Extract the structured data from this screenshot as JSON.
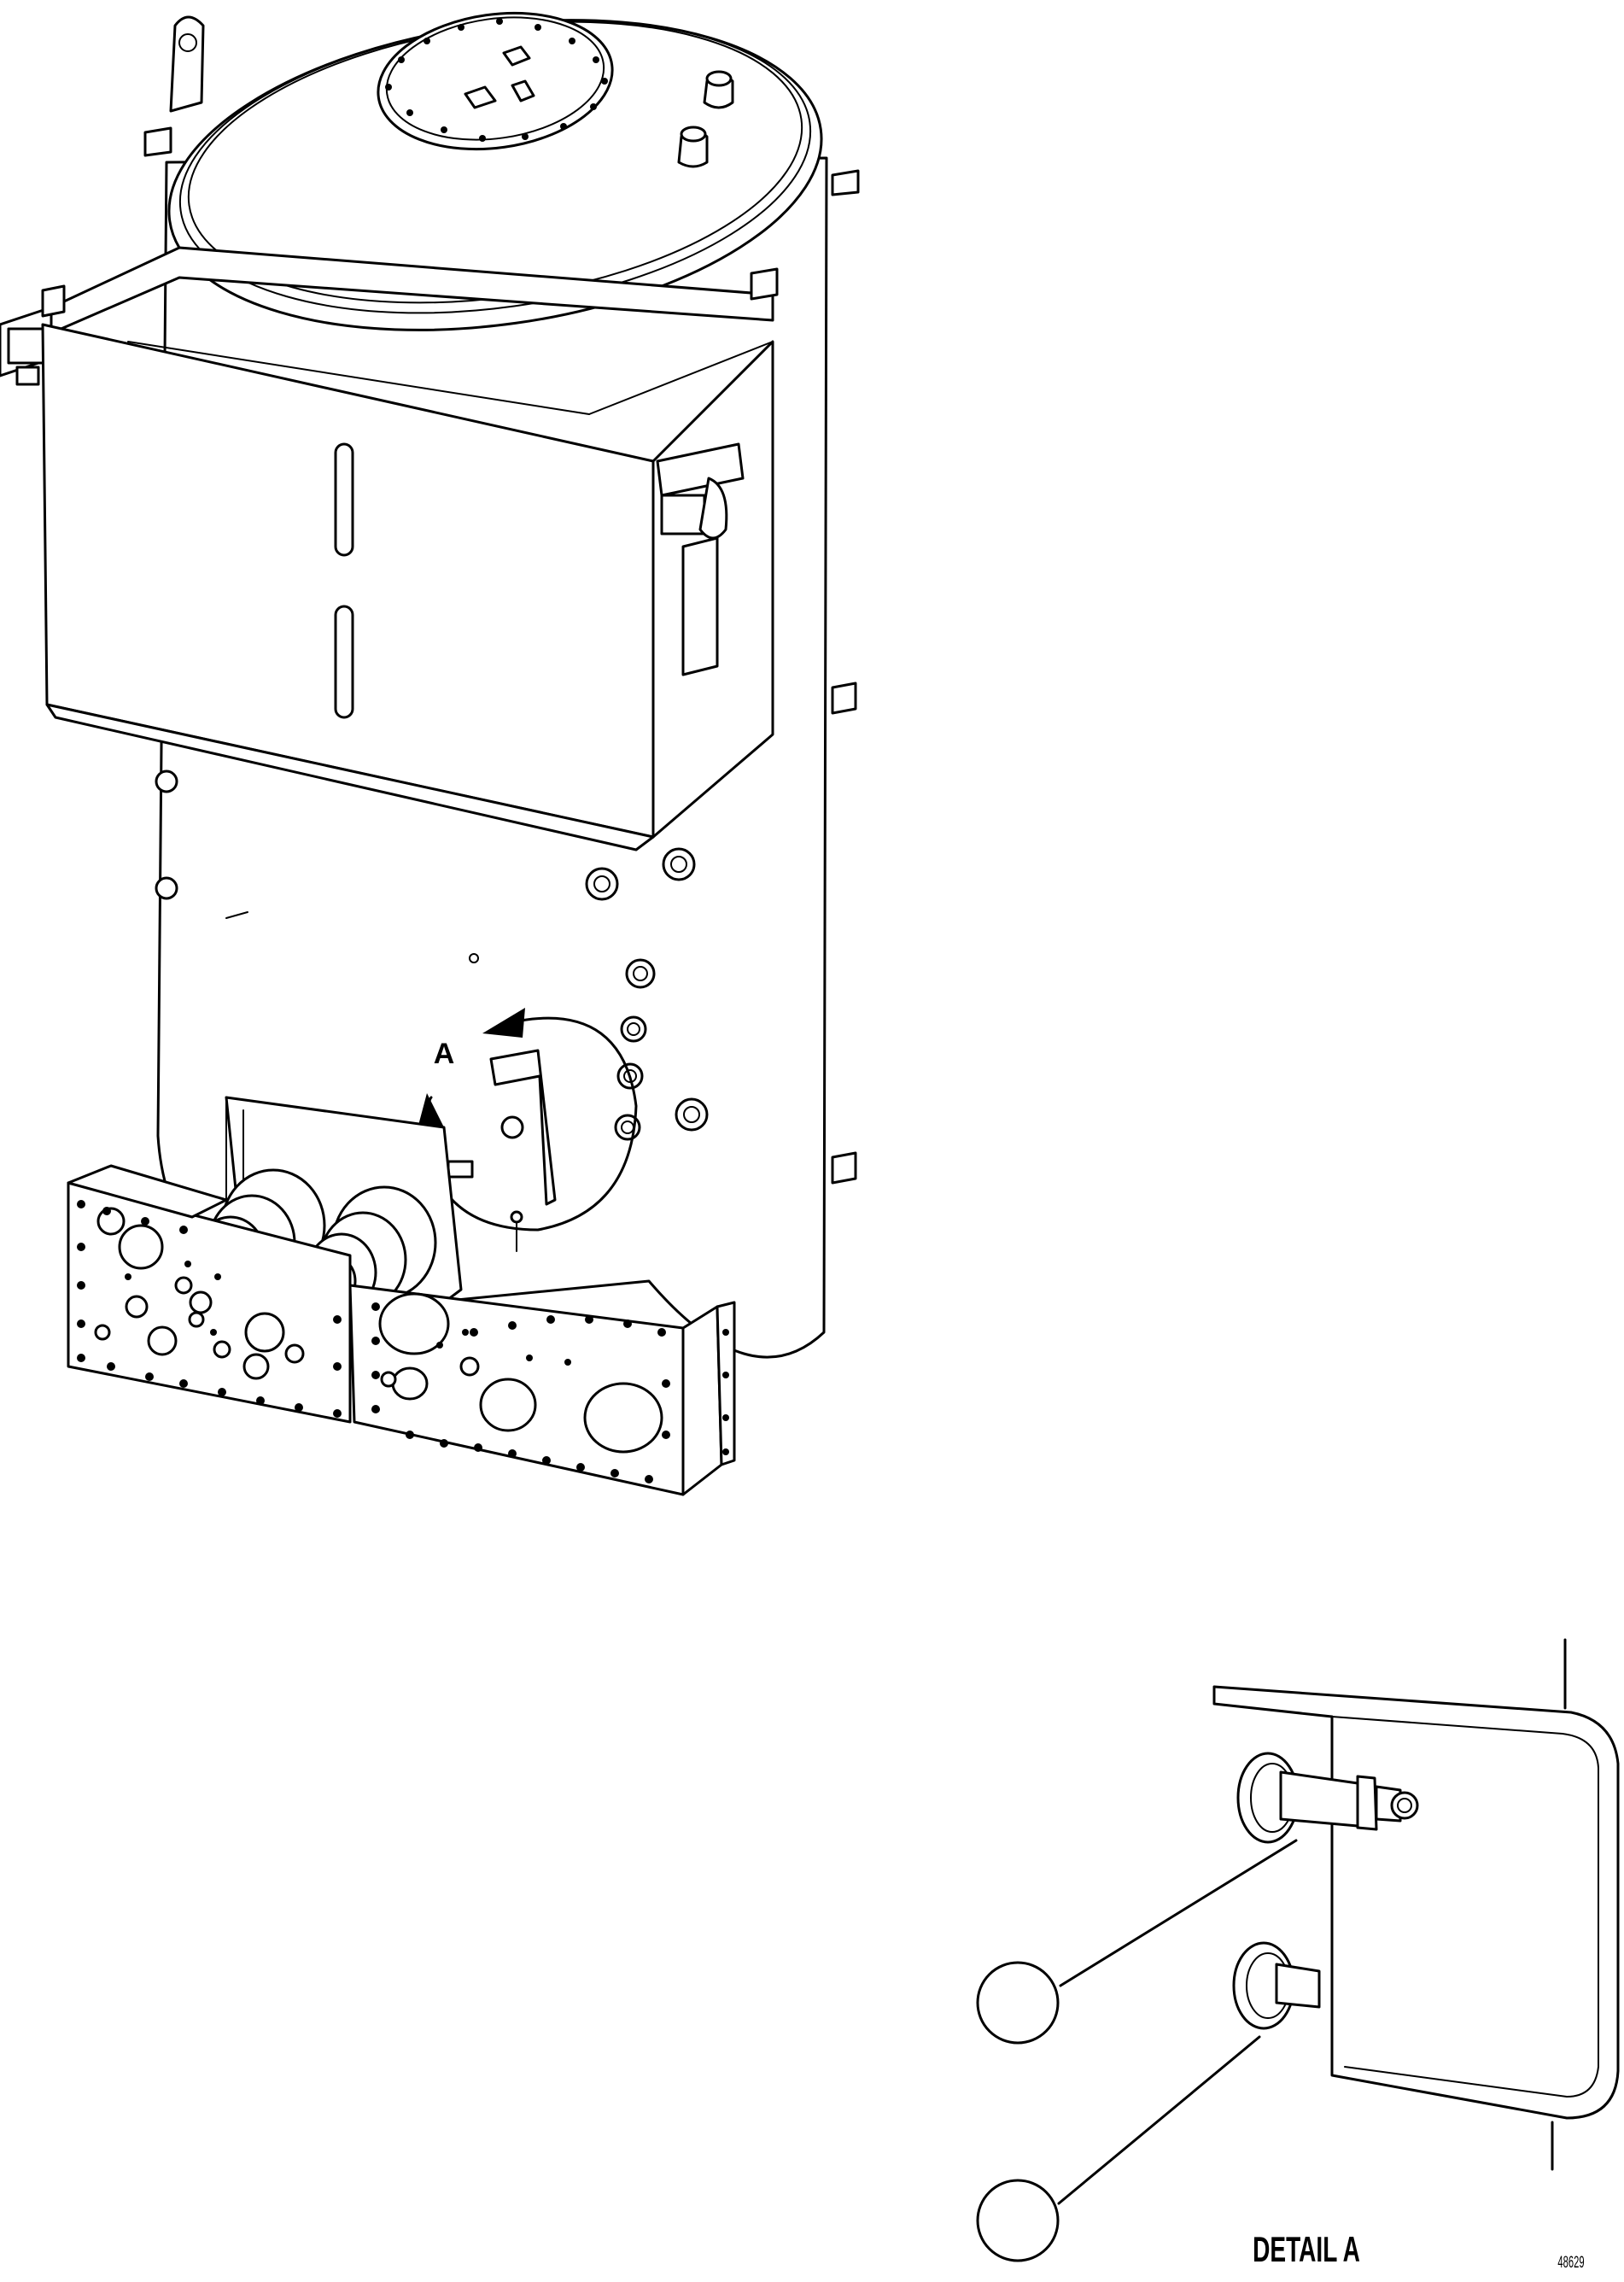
{
  "view_label": "A",
  "detail_title": "DETAIL A",
  "figure_number": "48629",
  "callouts": [
    {
      "number": ""
    },
    {
      "number": ""
    }
  ]
}
